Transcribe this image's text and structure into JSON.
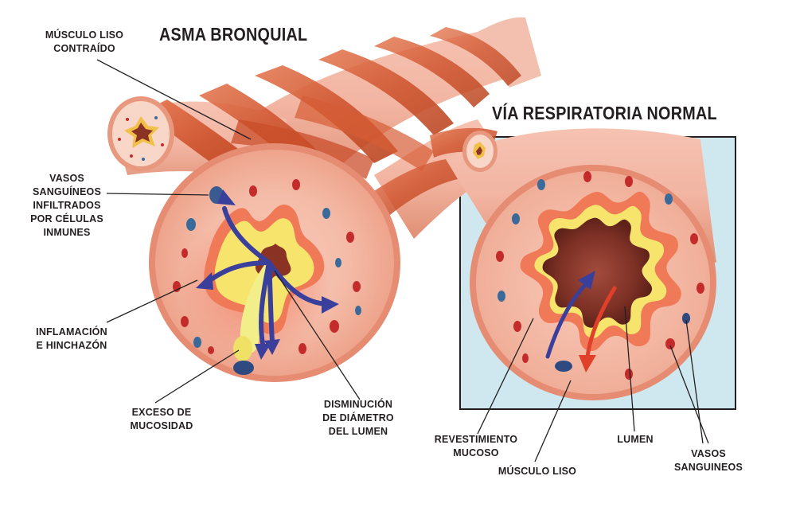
{
  "titles": {
    "asthma": "ASMA BRONQUIAL",
    "normal": "VÍA RESPIRATORIA NORMAL"
  },
  "labels": {
    "smooth_muscle_contracted": "MÚSCULO LISO\nCONTRAÍDO",
    "infiltrated_vessels": "VASOS\nSANGUÍNEOS\nINFILTRADOS\nPOR CÉLULAS\nINMUNES",
    "inflammation": "INFLAMACIÓN\nE HINCHAZÓN",
    "excess_mucus": "EXCESO DE\nMUCOSIDAD",
    "lumen_decrease": "DISMINUCIÓN\nDE DIÁMETRO\nDEL LUMEN",
    "mucosal_lining": "REVESTIMIENTO\nMUCOSO",
    "smooth_muscle": "MÚSCULO LISO",
    "lumen": "LUMEN",
    "blood_vessels": "VASOS\nSANGUINEOS"
  },
  "colors": {
    "tissue": "#f2b8a6",
    "muscle": "#d9603a",
    "mucosa_yellow": "#f7ea6a",
    "lumen_dark": "#7a2e22",
    "inset_bg": "#cfe8ef",
    "arrow_blue": "#3b3f9c",
    "arrow_red": "#e0402a",
    "vessel_red": "#c42c2c",
    "vessel_blue": "#3a6a9a"
  }
}
